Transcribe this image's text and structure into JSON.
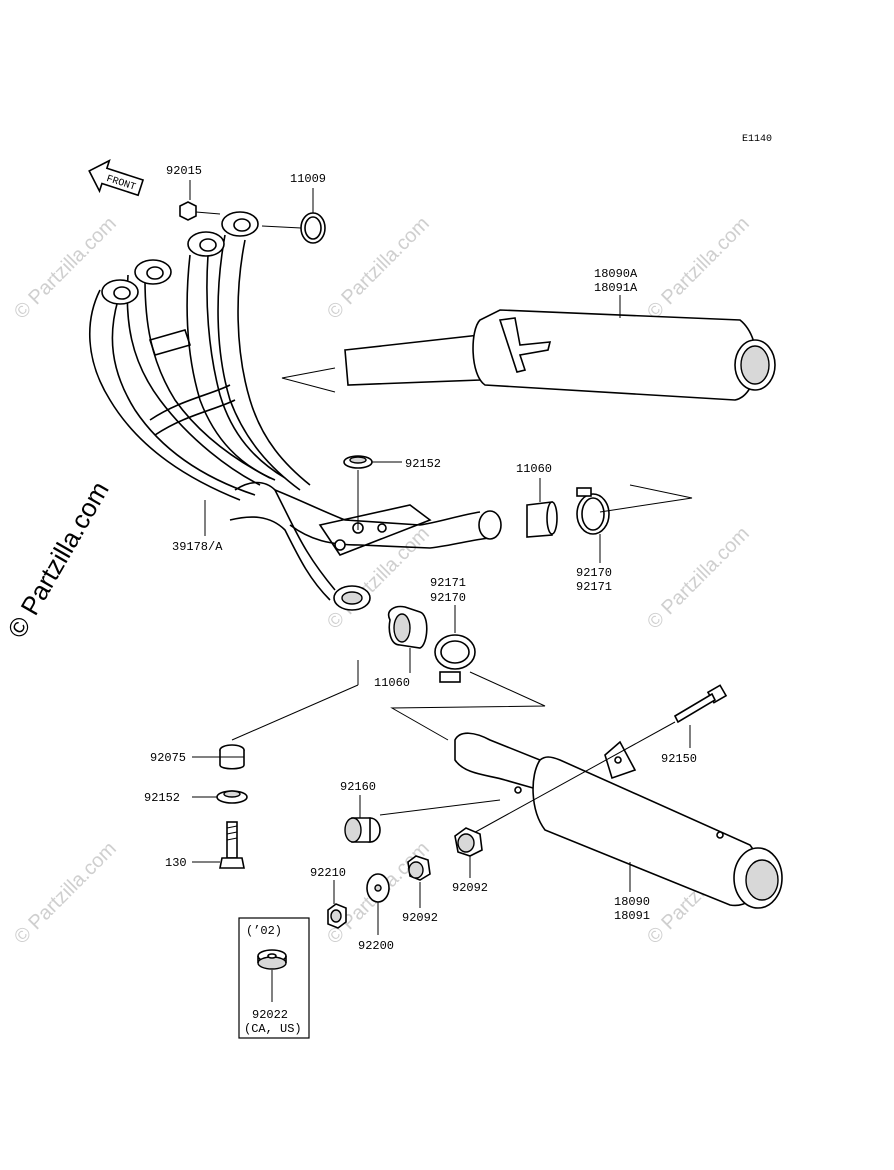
{
  "diagram_code": "E1140",
  "direction_label": "FRONT",
  "watermark": "© Partzilla.com",
  "callouts": {
    "c92015": "92015",
    "c11009": "11009",
    "c18090A": "18090A",
    "c18091A": "18091A",
    "c92152_top": "92152",
    "c11060_top": "11060",
    "c39178A": "39178/A",
    "c92170_r": "92170",
    "c92171_r": "92171",
    "c92171_m": "92171",
    "c92170_m": "92170",
    "c11060_bot": "11060",
    "c92075": "92075",
    "c92152_bot": "92152",
    "c130": "130",
    "c92160": "92160",
    "c92150": "92150",
    "c92210": "92210",
    "c92200": "92200",
    "c92092_a": "92092",
    "c92092_b": "92092",
    "c18090": "18090",
    "c18091": "18091",
    "c02": "(’02)",
    "c92022": "92022",
    "c_caus": "(CA, US)"
  }
}
